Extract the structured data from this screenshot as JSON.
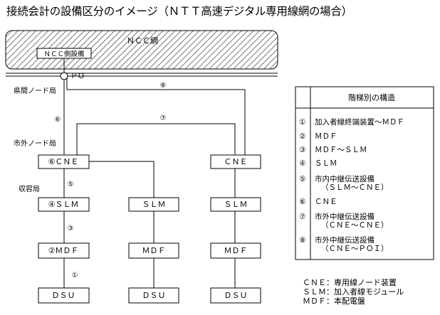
{
  "title": "接続会計の設備区分のイメージ（ＮＴＴ高速デジタル専用線網の場合）",
  "network": {
    "ncc_network_label": "ＮＣＣ網",
    "ncc_equipment_label": "ＮＣＣ側設備",
    "poi_label": "ＰＯ"
  },
  "offices": {
    "prefecture_node": "県間ノード局",
    "city_node": "市外ノード局",
    "accommodation": "収容局"
  },
  "markers": {
    "m1": "①",
    "m5": "⑤",
    "m6": "⑥",
    "m7": "⑦",
    "m8": "⑧",
    "m3": "③"
  },
  "nodes": {
    "cne_main": "⑥ＣＮＥ",
    "cne_right": "ＣＮＥ",
    "slm_main": "④ＳＬＭ",
    "slm_mid": "ＳＬＭ",
    "slm_right": "ＳＬＭ",
    "mdf_main": "②ＭＤＦ",
    "mdf_mid": "ＭＤＦ",
    "mdf_right": "ＭＤＦ",
    "dsu_main": "ＤＳＵ",
    "dsu_mid": "ＤＳＵ",
    "dsu_right": "ＤＳＵ"
  },
  "legend": {
    "title": "階梯別の構造",
    "items": [
      {
        "num": "①",
        "lines": [
          "加入者線終端装置～ＭＤＦ"
        ]
      },
      {
        "num": "②",
        "lines": [
          "ＭＤＦ"
        ]
      },
      {
        "num": "③",
        "lines": [
          "ＭＤＦ～ＳＬＭ"
        ]
      },
      {
        "num": "④",
        "lines": [
          "ＳＬＭ"
        ]
      },
      {
        "num": "⑤",
        "lines": [
          "市内中継伝送設備",
          "（ＳＬＭ～ＣＮＥ）"
        ]
      },
      {
        "num": "⑥",
        "lines": [
          "ＣＮＥ"
        ]
      },
      {
        "num": "⑦",
        "lines": [
          "市外中継伝送設備",
          "（ＣＮＥ～ＣＮＥ）"
        ]
      },
      {
        "num": "⑧",
        "lines": [
          "市外中継伝送設備",
          "（ＣＮＥ～ＰＯＩ）"
        ]
      }
    ]
  },
  "footnotes": [
    "ＣＮＥ：専用線ノード装置",
    "ＳＬＭ：加入者線モジュール",
    "ＭＤＦ：本配電盤"
  ]
}
